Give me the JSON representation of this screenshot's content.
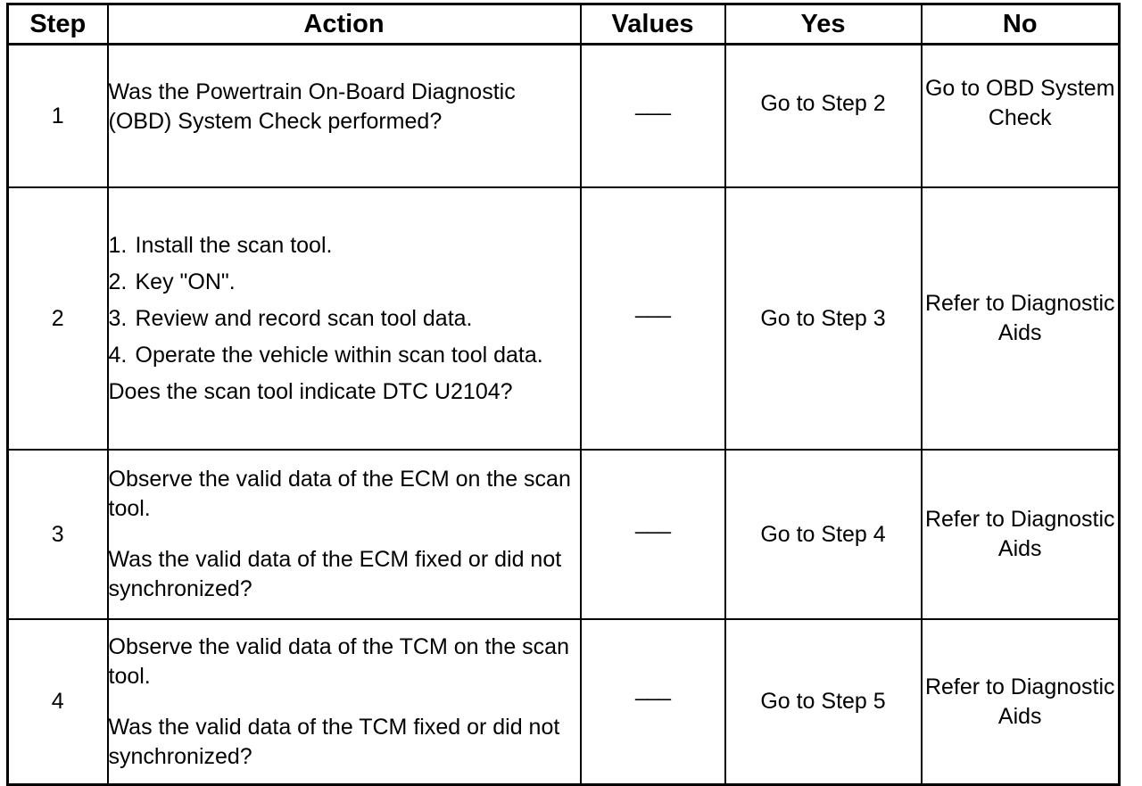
{
  "headers": {
    "step": "Step",
    "action": "Action",
    "values": "Values",
    "yes": "Yes",
    "no": "No"
  },
  "rows": [
    {
      "step": "1",
      "action_text": "Was the Powertrain On-Board Diagnostic (OBD) System Check performed?",
      "values": "___",
      "yes": "Go to Step 2",
      "no": "Go to OBD System Check"
    },
    {
      "step": "2",
      "list": [
        "Install the scan tool.",
        "Key \"ON\".",
        "Review and record scan tool data.",
        "Operate the vehicle within scan tool data."
      ],
      "question": "Does the scan tool indicate DTC U2104?",
      "values": "___",
      "yes": "Go to Step 3",
      "no": "Refer to Diagnostic Aids"
    },
    {
      "step": "3",
      "action_text": "Observe the valid data of the ECM on the scan tool.",
      "question": "Was the valid data of the ECM fixed or did not synchronized?",
      "values": "___",
      "yes": "Go to Step 4",
      "no": "Refer to Diagnostic Aids"
    },
    {
      "step": "4",
      "action_text": "Observe the valid data of the TCM on the scan tool.",
      "question": "Was the valid data of the TCM fixed or did not synchronized?",
      "values": "___",
      "yes": "Go to Step 5",
      "no": "Refer to Diagnostic Aids"
    }
  ]
}
